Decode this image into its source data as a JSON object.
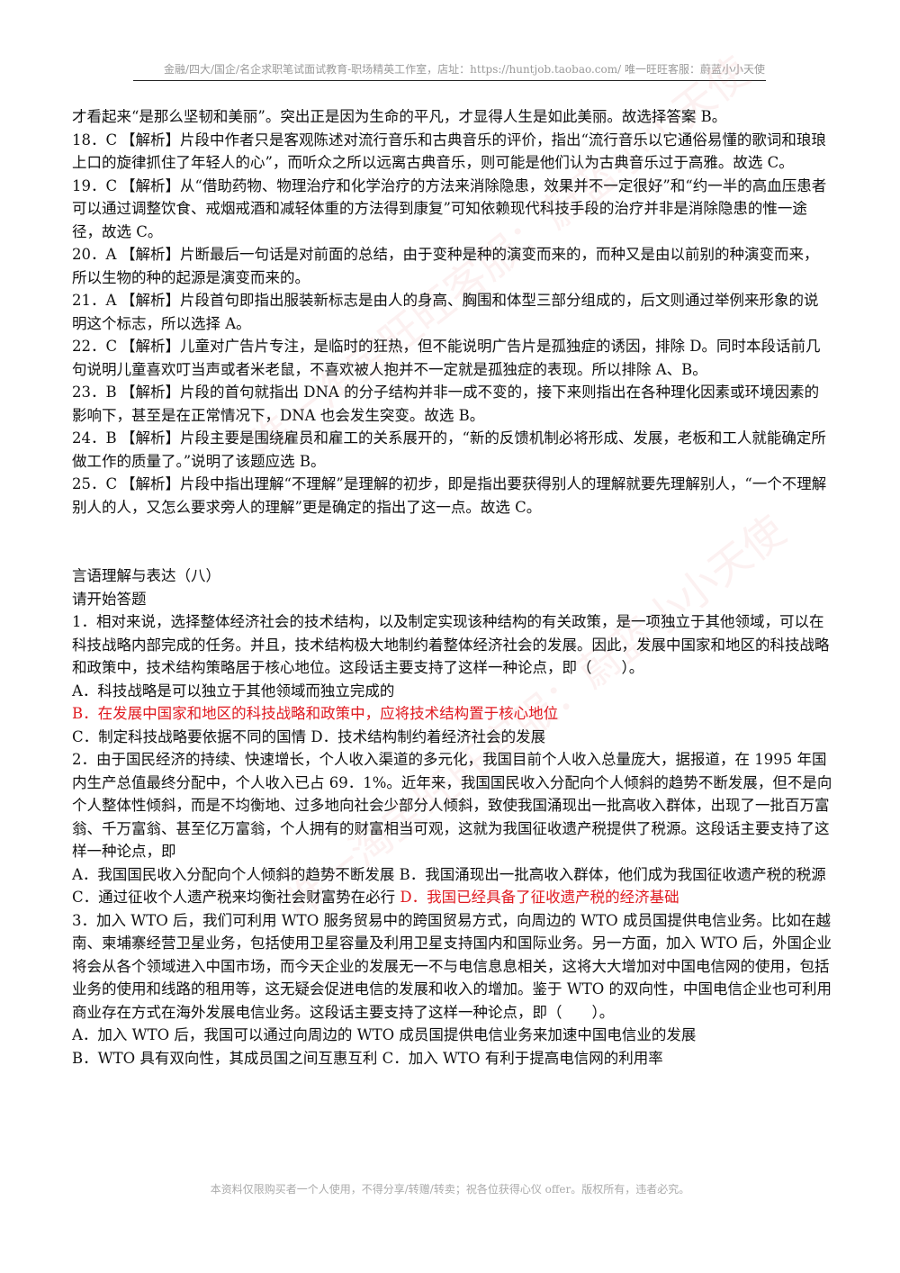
{
  "header": "金融/四大/国企/名企求职笔试面试教育-职场精英工作室，店址：https://huntjob.taobao.com/  唯一旺旺客服：蔚蓝小小天使",
  "footer": "本资料仅限购买者一个人使用，不得分享/转赠/转卖；祝各位获得心仪 offer。版权所有，违者必究。",
  "watermark": "唯一淘宝旺旺客服：蔚蓝小小天使",
  "intro": "才看起来“是那么坚韧和美丽”。突出正是因为生命的平凡，才显得人生是如此美丽。故选择答案 B。",
  "answers": [
    {
      "num": "18．C",
      "text": "【解析】片段中作者只是客观陈述对流行音乐和古典音乐的评价，指出“流行音乐以它通俗易懂的歌词和琅琅上口的旋律抓住了年轻人的心”，而听众之所以远离古典音乐，则可能是他们认为古典音乐过于高雅。故选 C。"
    },
    {
      "num": "19．C",
      "text": "【解析】从“借助药物、物理治疗和化学治疗的方法来消除隐患，效果并不一定很好”和“约一半的高血压患者可以通过调整饮食、戒烟戒酒和减轻体重的方法得到康复”可知依赖现代科技手段的治疗并非是消除隐患的惟一途径，故选 C。"
    },
    {
      "num": "20．A",
      "text": "【解析】片断最后一句话是对前面的总结，由于变种是种的演变而来的，而种又是由以前别的种演变而来，所以生物的种的起源是演变而来的。"
    },
    {
      "num": "21．A",
      "text": "【解析】片段首句即指出服装新标志是由人的身高、胸围和体型三部分组成的，后文则通过举例来形象的说明这个标志，所以选择 A。"
    },
    {
      "num": "22．C",
      "text": "【解析】儿童对广告片专注，是临时的狂热，但不能说明广告片是孤独症的诱因，排除 D。同时本段话前几句说明儿童喜欢叮当声或者米老鼠，不喜欢被人抱并不一定就是孤独症的表现。所以排除 A、B。"
    },
    {
      "num": "23．B",
      "text": "【解析】片段的首句就指出 DNA 的分子结构并非一成不变的，接下来则指出在各种理化因素或环境因素的影响下，甚至是在正常情况下，DNA 也会发生突变。故选 B。"
    },
    {
      "num": "24．B",
      "text": "【解析】片段主要是围绕雇员和雇工的关系展开的，“新的反馈机制必将形成、发展，老板和工人就能确定所做工作的质量了。”说明了该题应选 B。"
    },
    {
      "num": "25．C",
      "text": "【解析】片段中指出理解“不理解”是理解的初步，即是指出要获得别人的理解就要先理解别人，“一个不理解别人的人，又怎么要求旁人的理解”更是确定的指出了这一点。故选 C。"
    }
  ],
  "section_title": "言语理解与表达（八）",
  "section_prompt": "请开始答题",
  "q1": {
    "stem": "1．相对来说，选择整体经济社会的技术结构，以及制定实现该种结构的有关政策，是一项独立于其他领域，可以在科技战略内部完成的任务。并且，技术结构极大地制约着整体经济社会的发展。因此，发展中国家和地区的科技战略和政策中，技术结构策略居于核心地位。这段话主要支持了这样一种论点，即（　　）。",
    "opt_a": "A．科技战略是可以独立于其他领域而独立完成的",
    "opt_b": "B．在发展中国家和地区的科技战略和政策中，应将技术结构置于核心地位",
    "opt_cd": "C．制定科技战略要依据不同的国情 D．技术结构制约着经济社会的发展"
  },
  "q2": {
    "stem": "2．由于国民经济的持续、快速增长，个人收入渠道的多元化，我国目前个人收入总量庞大，据报道，在 1995 年国内生产总值最终分配中，个人收入已占 69．1%。近年来，我国国民收入分配向个人倾斜的趋势不断发展，但不是向个人整体性倾斜，而是不均衡地、过多地向社会少部分人倾斜，致使我国涌现出一批高收入群体，出现了一批百万富翁、千万富翁、甚至亿万富翁，个人拥有的财富相当可观，这就为我国征收遗产税提供了税源。这段话主要支持了这样一种论点，即",
    "opt_ab": "A．我国国民收入分配向个人倾斜的趋势不断发展 B．我国涌现出一批高收入群体，他们成为我国征收遗产税的税源",
    "opt_c": "C．通过征收个人遗产税来均衡社会财富势在必行 ",
    "opt_d": "D．我国已经具备了征收遗产税的经济基础"
  },
  "q3": {
    "stem": "3．加入 WTO 后，我们可利用 WTO 服务贸易中的跨国贸易方式，向周边的 WTO 成员国提供电信业务。比如在越南、柬埔寨经营卫星业务，包括使用卫星容量及利用卫星支持国内和国际业务。另一方面，加入 WTO 后，外国企业将会从各个领域进入中国市场，而今天企业的发展无一不与电信息息相关，这将大大增加对中国电信网的使用，包括业务的使用和线路的租用等，这无疑会促进电信的发展和收入的增加。鉴于 WTO 的双向性，中国电信企业也可利用商业存在方式在海外发展电信业务。这段话主要支持了这样一种论点，即（　　）。",
    "opt_a": "A．加入 WTO 后，我国可以通过向周边的 WTO 成员国提供电信业务来加速中国电信业的发展",
    "opt_bc": "B．WTO 具有双向性，其成员国之间互惠互利 C．加入 WTO 有利于提高电信网的利用率"
  }
}
